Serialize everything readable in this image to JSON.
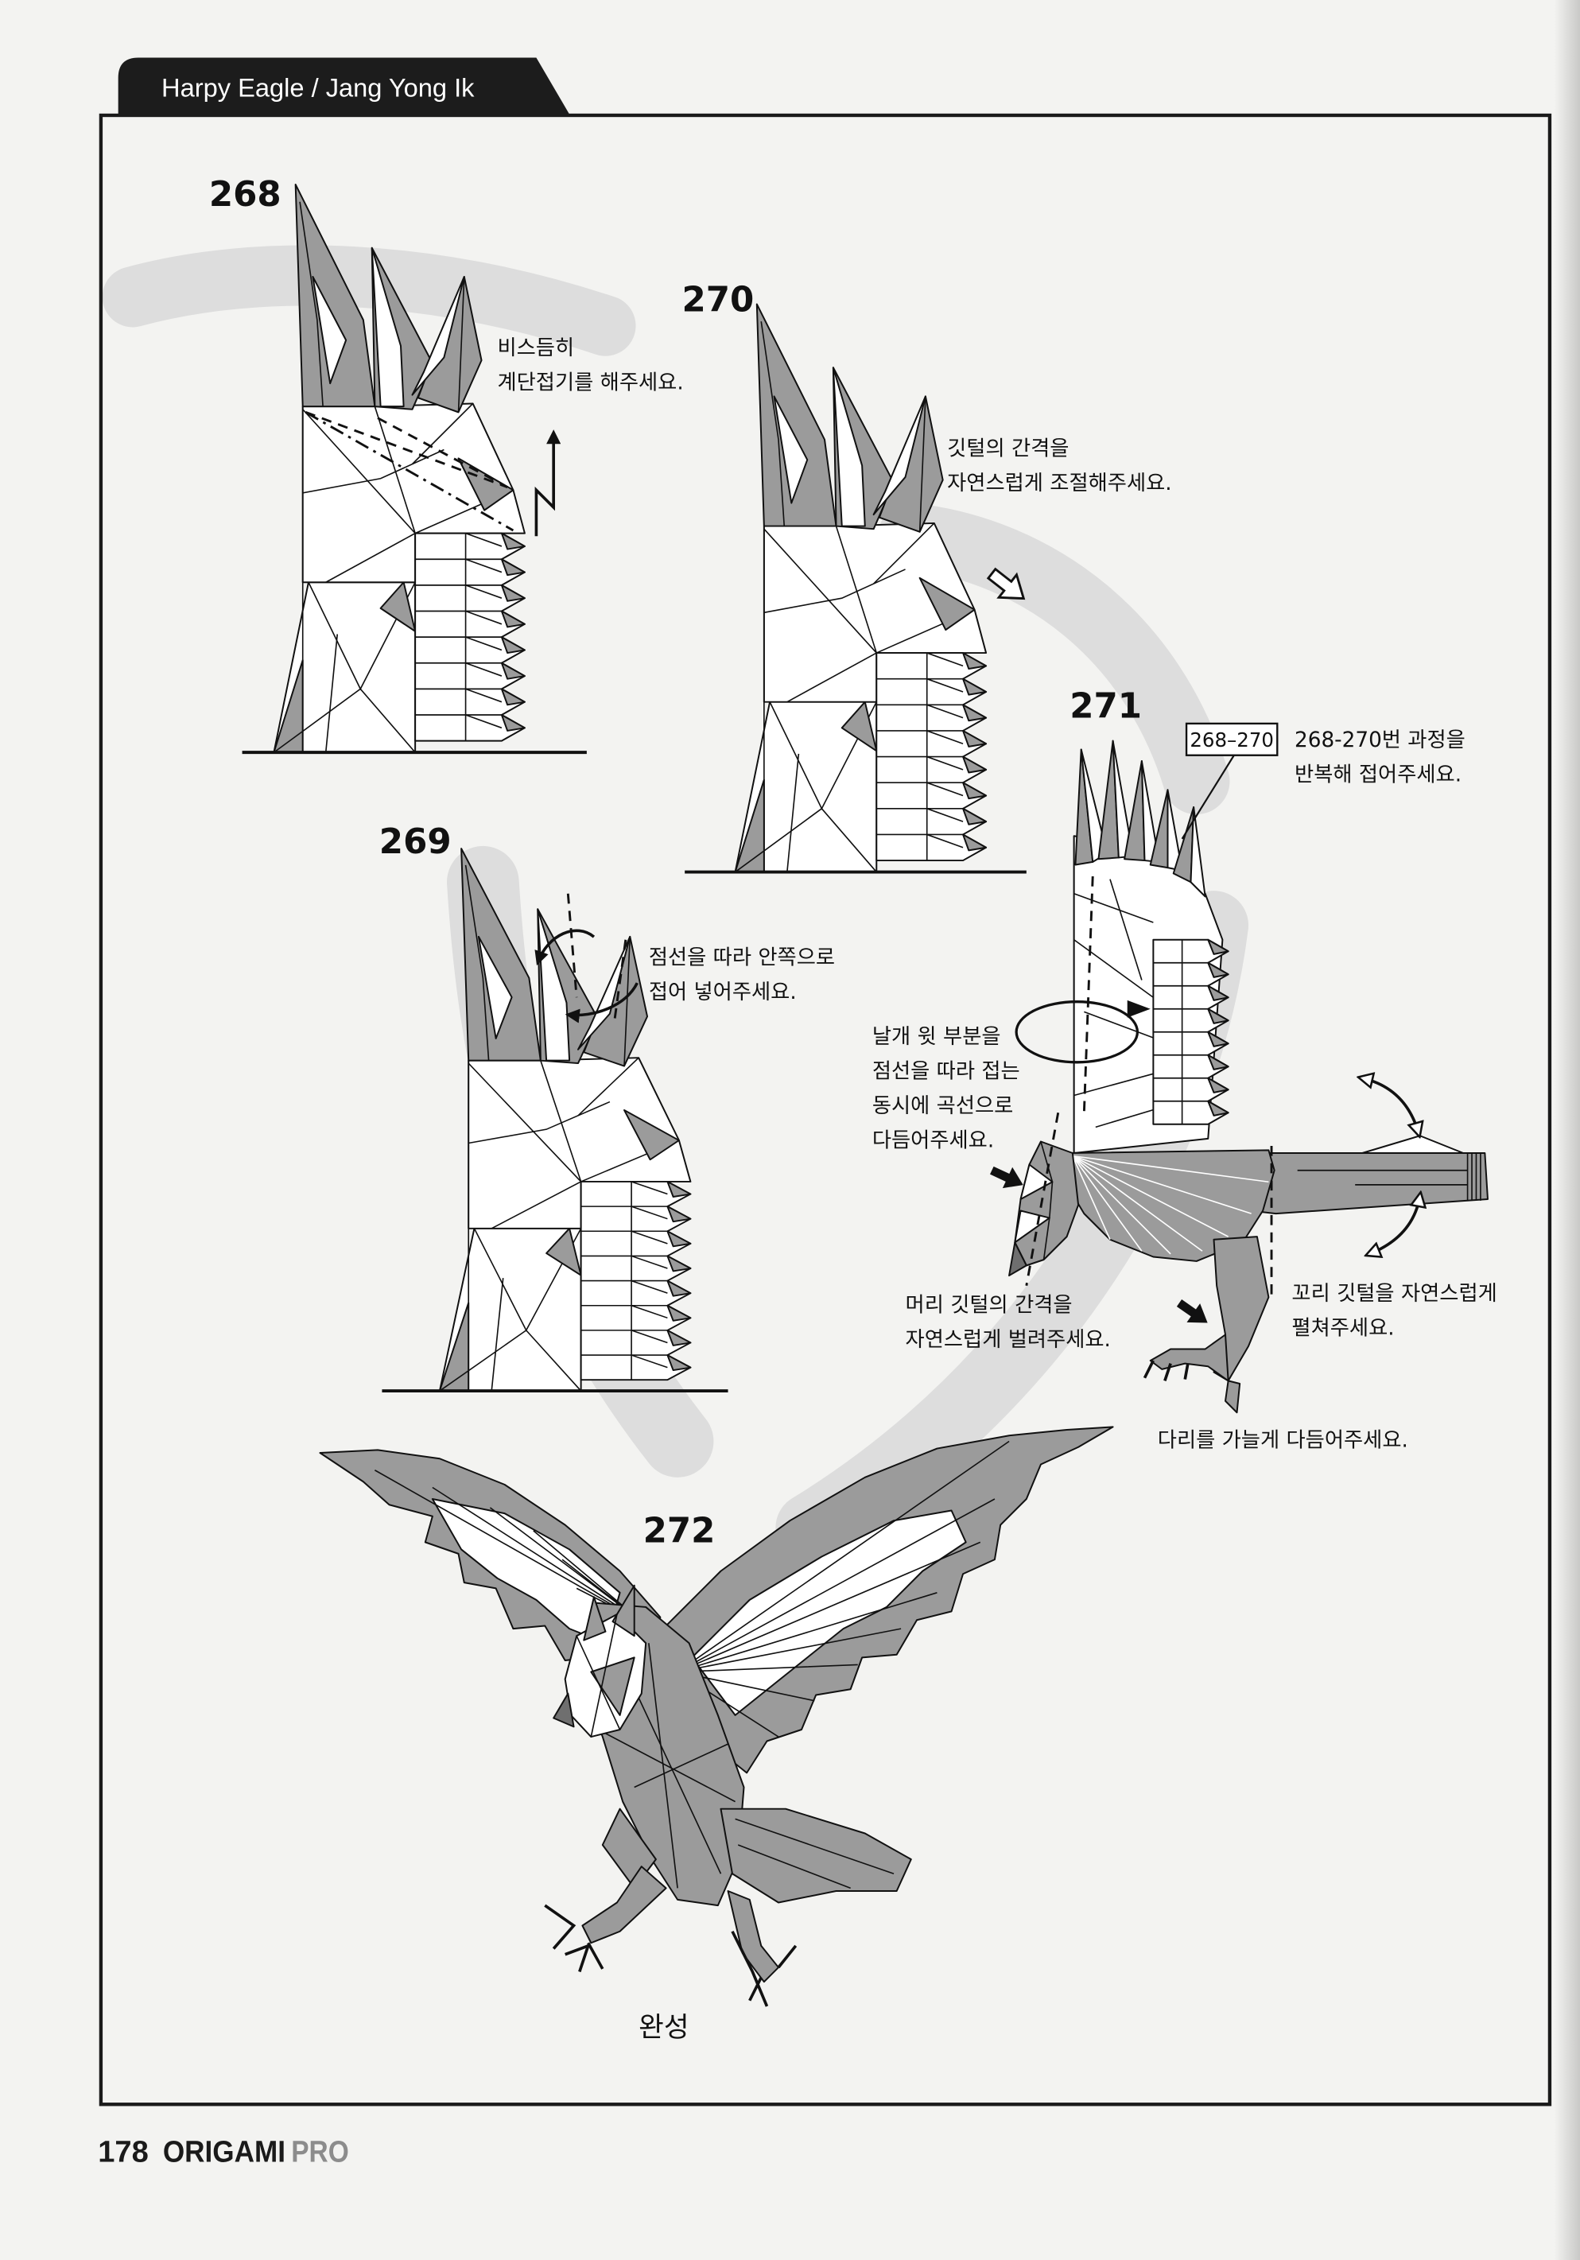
{
  "header": {
    "title": "Harpy Eagle / Jang Yong Ik"
  },
  "steps": [
    {
      "number": "268",
      "note": [
        "비스듬히",
        "계단접기를 해주세요."
      ]
    },
    {
      "number": "269",
      "note": [
        "점선을 따라 안쪽으로",
        "접어 넣어주세요."
      ]
    },
    {
      "number": "270",
      "note": [
        "깃털의 간격을",
        "자연스럽게 조절해주세요."
      ]
    },
    {
      "number": "271",
      "ref_box": "268–270",
      "notes": {
        "repeat": [
          "268-270번 과정을",
          "반복해 접어주세요."
        ],
        "wing": [
          "날개 윗 부분을",
          "점선을 따라 접는",
          "동시에 곡선으로",
          "다듬어주세요."
        ],
        "head": [
          "머리 깃털의 간격을",
          "자연스럽게 벌려주세요."
        ],
        "tail": [
          "꼬리 깃털을 자연스럽게",
          "펼쳐주세요."
        ],
        "legs": [
          "다리를 가늘게 다듬어주세요."
        ]
      }
    },
    {
      "number": "272",
      "caption": "완성"
    }
  ],
  "footer": {
    "page_number": "178",
    "brand": "ORIGAMI",
    "brand_suffix": "PRO"
  },
  "colors": {
    "paper_grey": "#9b9b9b",
    "ink": "#111111",
    "header_tab": "#1c1c1c",
    "brand_suffix": "#8c8c8c",
    "page": "#f3f3f1"
  }
}
